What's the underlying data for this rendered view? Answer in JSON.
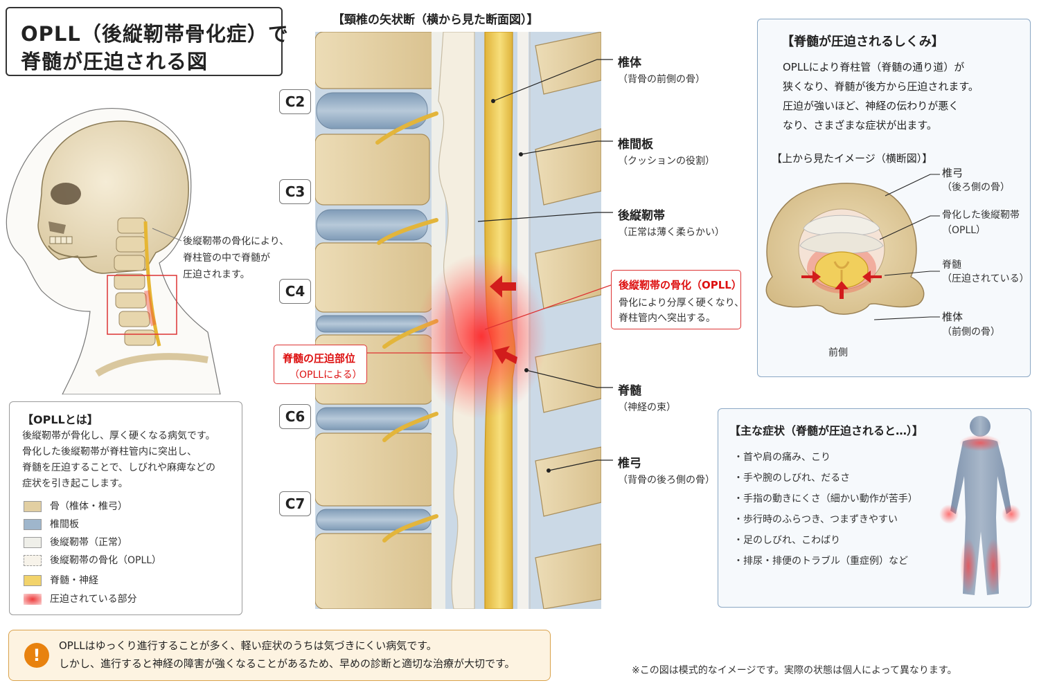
{
  "title": {
    "line1": "OPLL（後縦靭帯骨化症）で",
    "line2": "脊髄が圧迫される図"
  },
  "sagittal_title": "【頸椎の矢状断（横から見た断面図）】",
  "vertebra_labels": [
    "C2",
    "C3",
    "C4",
    "C6",
    "C7"
  ],
  "head_callout": [
    "後縦靭帯の骨化により、",
    "脊柱管の中で脊髄が",
    "圧迫されます。"
  ],
  "what_is": {
    "title": "【OPLLとは】",
    "lines": [
      "後縦靭帯が骨化し、厚く硬くなる病気です。",
      "骨化した後縦靭帯が脊柱管内に突出し、",
      "脊髄を圧迫することで、しびれや麻痺などの",
      "症状を引き起こします。"
    ]
  },
  "legend": [
    {
      "label": "骨（椎体・椎弓）",
      "color": "#e2cfa2"
    },
    {
      "label": "椎間板",
      "color": "#9fb6cc"
    },
    {
      "label": "後縦靭帯（正常）",
      "color": "#efefe9"
    },
    {
      "label": "後縦靭帯の骨化（OPLL）",
      "color": "#f7f3ea"
    },
    {
      "label": "脊髄・神経",
      "color": "#f2d36b"
    },
    {
      "label": "圧迫されている部分",
      "color": "#ee3b3b"
    }
  ],
  "sagittal_labels": {
    "vertebral_body": {
      "main": "椎体",
      "sub": "（背骨の前側の骨）"
    },
    "disc": {
      "main": "椎間板",
      "sub": "（クッションの役割）"
    },
    "pll": {
      "main": "後縦靭帯",
      "sub": "（正常は薄く柔らかい）"
    },
    "opll": {
      "main": "後縦靭帯の骨化（OPLL）",
      "sub1": "骨化により分厚く硬くなり、",
      "sub2": "脊柱管内へ突出する。"
    },
    "compression": {
      "main": "脊髄の圧迫部位",
      "sub": "（OPLLによる）"
    },
    "cord": {
      "main": "脊髄",
      "sub": "（神経の束）"
    },
    "lamina": {
      "main": "椎弓",
      "sub": "（背骨の後ろ側の骨）"
    }
  },
  "mechanism": {
    "title": "【脊髄が圧迫されるしくみ】",
    "lines": [
      "OPLLにより脊柱管（脊髄の通り道）が",
      "狭くなり、脊髄が後方から圧迫されます。",
      "圧迫が強いほど、神経の伝わりが悪く",
      "なり、さまざまな症状が出ます。"
    ],
    "axial_title": "【上から見たイメージ（横断図）】",
    "axial_labels": {
      "lamina": {
        "main": "椎弓",
        "sub": "（後ろ側の骨）"
      },
      "opll": {
        "main": "骨化した後縦靭帯",
        "sub": "（OPLL）"
      },
      "cord": {
        "main": "脊髄",
        "sub": "（圧迫されている）"
      },
      "body": {
        "main": "椎体",
        "sub": "（前側の骨）"
      }
    },
    "front_label": "前側"
  },
  "symptoms": {
    "title": "【主な症状（脊髄が圧迫されると…）】",
    "items": [
      "・首や肩の痛み、こり",
      "・手や腕のしびれ、だるさ",
      "・手指の動きにくさ（細かい動作が苦手）",
      "・歩行時のふらつき、つまずきやすい",
      "・足のしびれ、こわばり",
      "・排尿・排便のトラブル（重症例）など"
    ]
  },
  "note": {
    "icon": "!",
    "lines": [
      "OPLLはゆっくり進行することが多く、軽い症状のうちは気づきにくい病気です。",
      "しかし、進行すると神経の障害が強くなることがあるため、早めの診断と適切な治療が大切です。"
    ]
  },
  "disclaimer": "※この図は模式的なイメージです。実際の状態は個人によって異なります。"
}
